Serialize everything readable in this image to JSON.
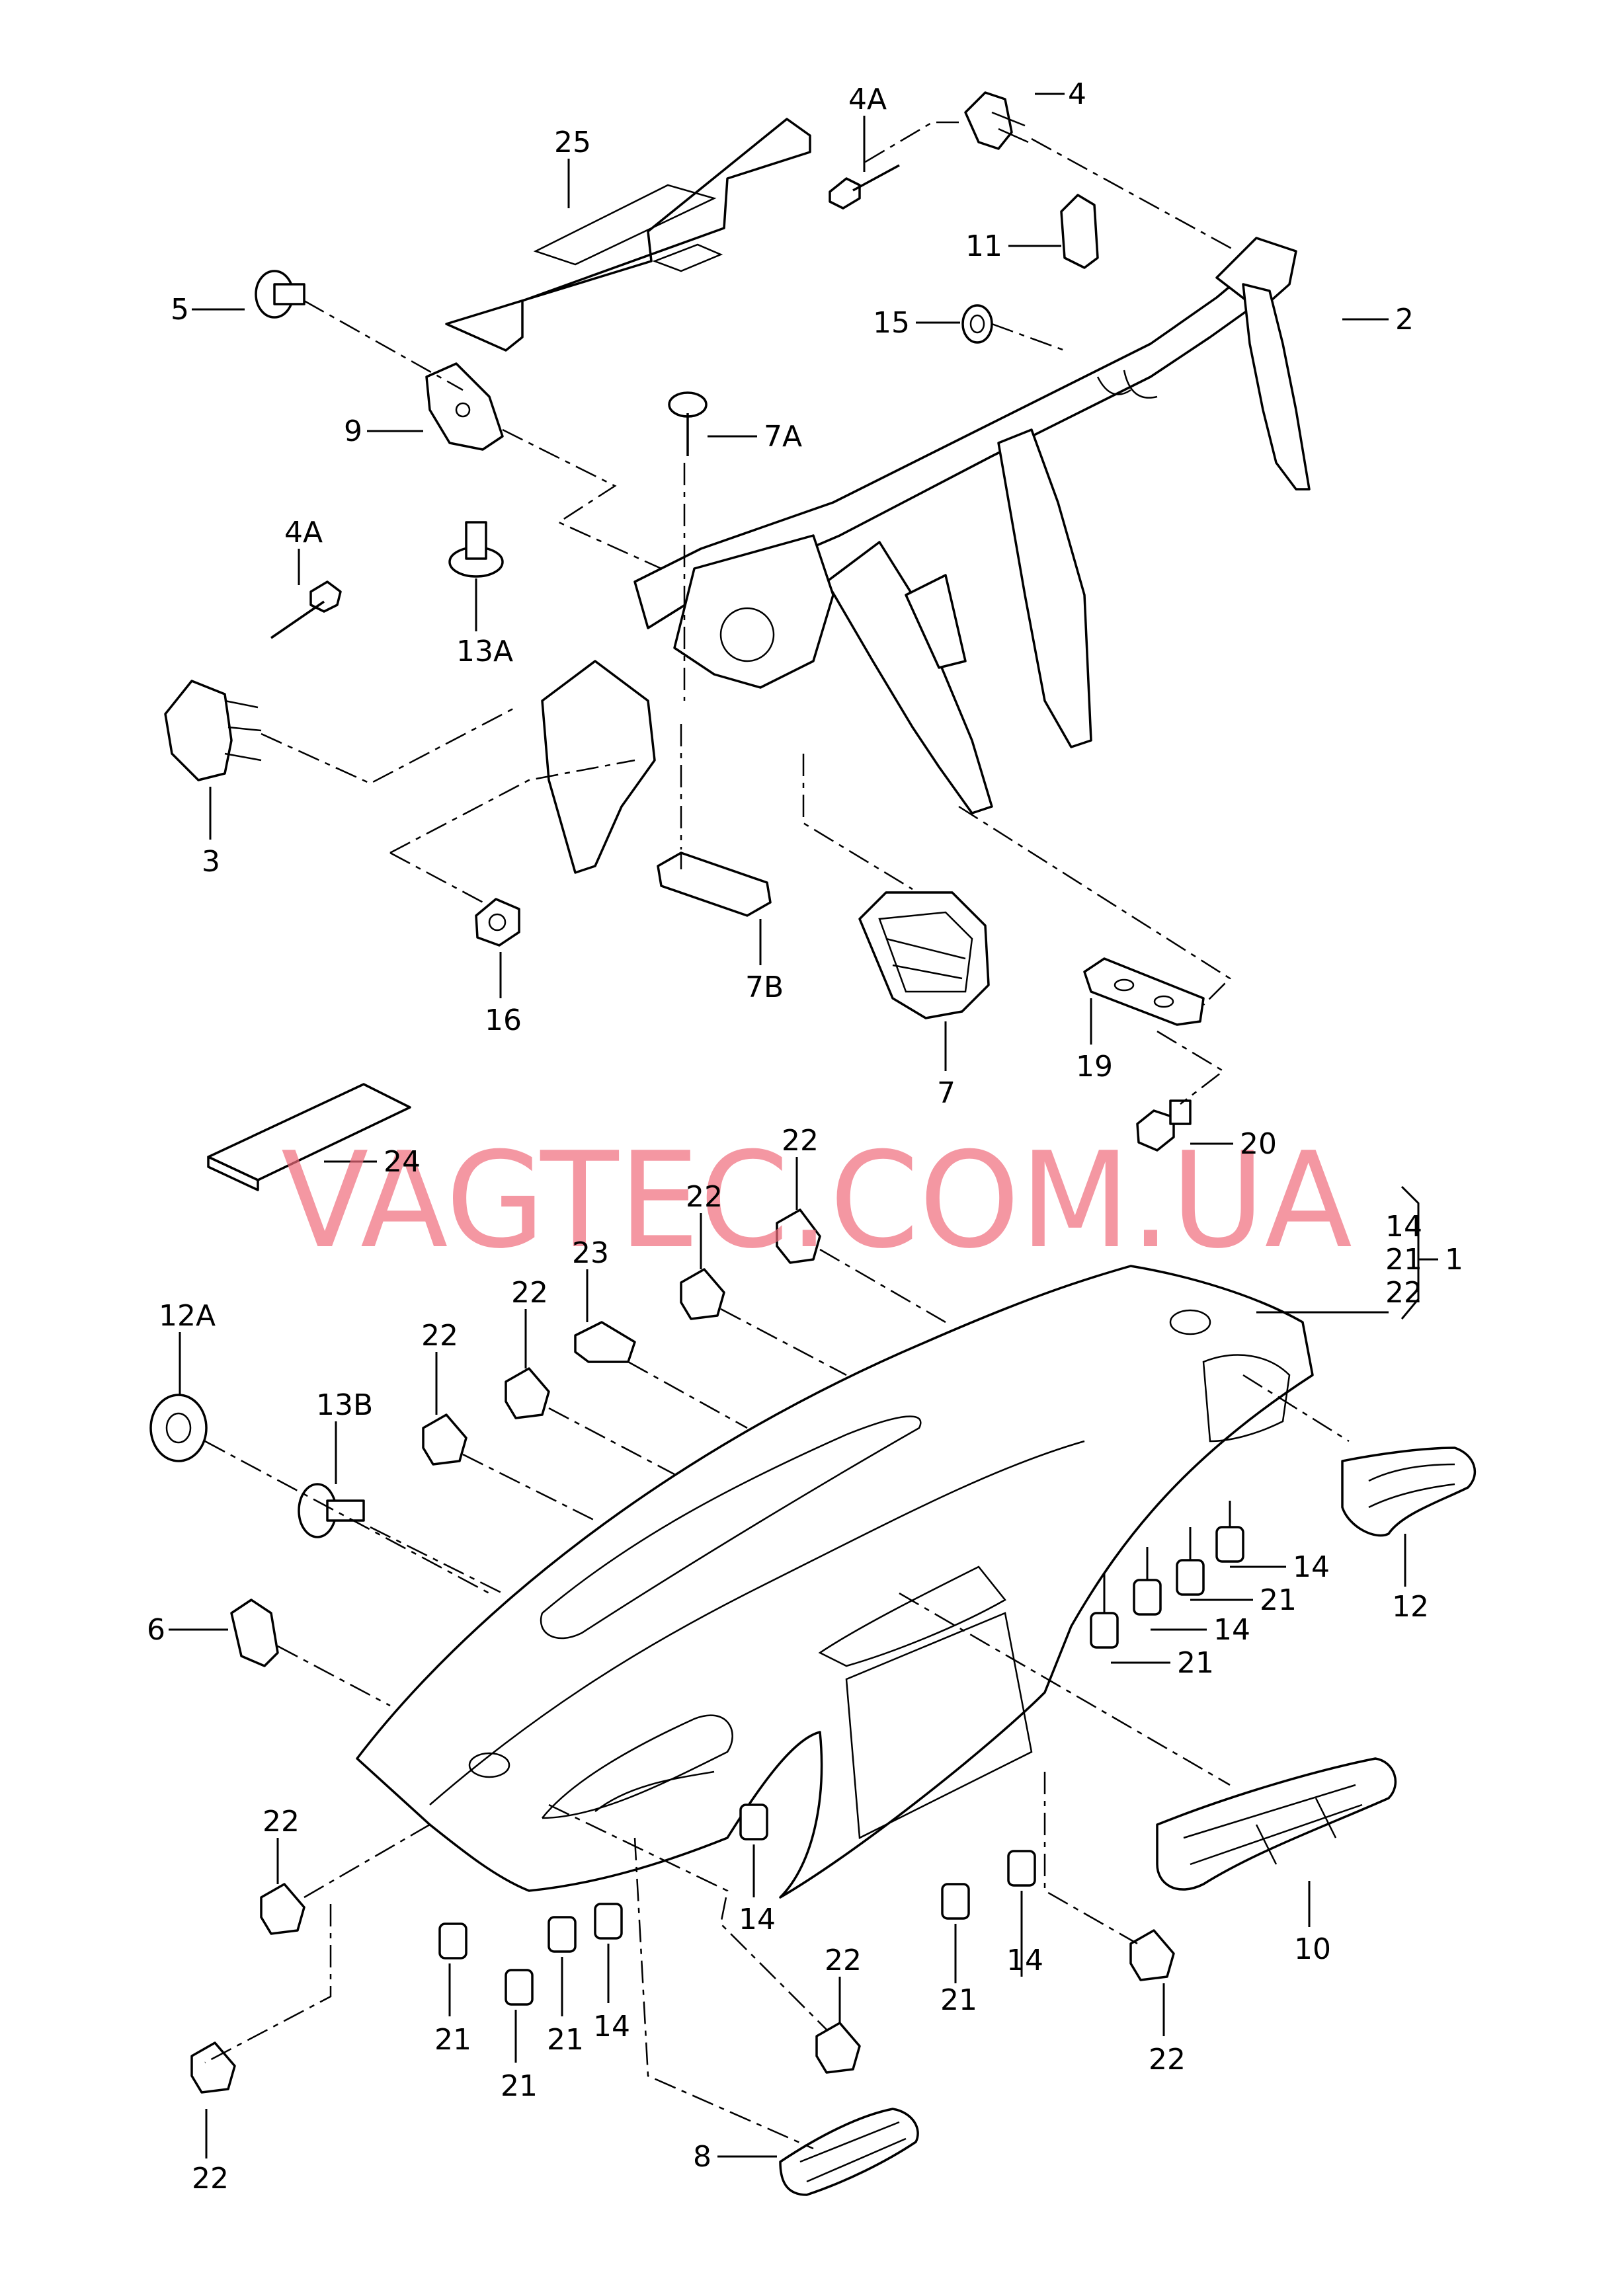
{
  "watermark": "VAGTEC.COM.UA",
  "callouts": {
    "c25": "25",
    "c4A_top": "4A",
    "c4": "4",
    "c5": "5",
    "c11": "11",
    "c15": "15",
    "c2": "2",
    "c9": "9",
    "c7A": "7A",
    "c4A_left": "4A",
    "c13A": "13A",
    "c3": "3",
    "c16": "16",
    "c7B": "7B",
    "c7": "7",
    "c19": "19",
    "c20": "20",
    "c24": "24",
    "c22_a": "22",
    "c22_b": "22",
    "c23": "23",
    "c22_c": "22",
    "c22_d": "22",
    "c14_g": "14",
    "c21_g": "21",
    "c22_g": "22",
    "c1": "1",
    "c12A": "12A",
    "c13B": "13B",
    "c6": "6",
    "c12": "12",
    "c14_r1": "14",
    "c21_r1": "21",
    "c14_r2": "14",
    "c21_r2": "21",
    "c22_l1": "22",
    "c22_l2": "22",
    "c21_b1": "21",
    "c21_b2": "21",
    "c21_b3": "21",
    "c14_b1": "14",
    "c14_m": "14",
    "c22_m": "22",
    "c8": "8",
    "c21_bm": "21",
    "c14_bm": "14",
    "c22_br": "22",
    "c10": "10"
  }
}
